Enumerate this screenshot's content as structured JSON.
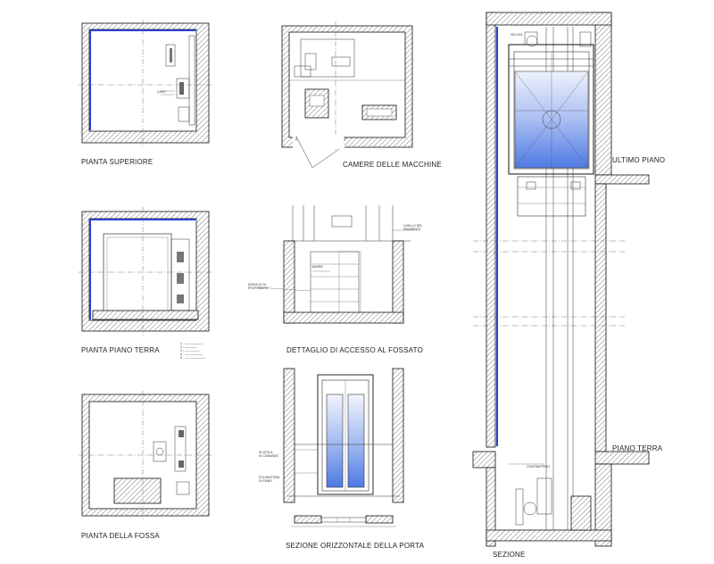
{
  "views": {
    "top_plan": "PIANTA SUPERIORE",
    "machine_room": "CAMERE DELLE MACCHINE",
    "ground_floor_plan": "PIANTA PIANO TERRA",
    "pit_access_detail": "DETTAGLIO DI ACCESSO AL FOSSATO",
    "pit_plan": "PIANTA DELLA FOSSA",
    "door_horizontal_section": "SEZIONE ORIZZONTALE DELLA PORTA",
    "section": "SEZIONE"
  },
  "levels": {
    "top_floor": "ULTIMO PIANO",
    "ground_floor": "PIANO TERRA"
  },
  "colors": {
    "line": "#111111",
    "accent_blue": "#2a3fd0",
    "glass_light": "#e8eefc",
    "glass_dark": "#5c86e6"
  }
}
